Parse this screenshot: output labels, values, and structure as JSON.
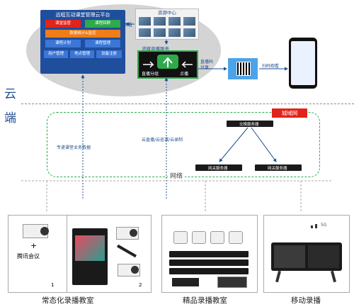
{
  "side_labels": {
    "cloud": "云",
    "edge": "端"
  },
  "platform": {
    "title": "远程互动课堂管理云平台",
    "modules": {
      "course_supervision": "课堂监管",
      "course_review": "课程回顾",
      "data_stats": "数据统计&监控",
      "course_plan": "课程计划",
      "course_manage": "课程管理",
      "user_manage": "用户管理",
      "site_manage": "地点管理",
      "device_register": "设备注册"
    }
  },
  "resource_center": {
    "title": "资源中心"
  },
  "livestream": {
    "title": "流媒直播服务",
    "left_label": "直播分组",
    "right_label": "点播"
  },
  "labels": {
    "playback": "回看",
    "live_share": "直播码\n分享",
    "scan_watch": "扫码观看",
    "business_data": "专递课堂业务数据",
    "cloud_services": "云直播/云巡课/云录制",
    "network": "网络",
    "city_network": "城域网"
  },
  "servers": {
    "exchange": "交换服务器",
    "net1": "网关服务器",
    "net2": "网关服务器"
  },
  "classrooms": {
    "normal": {
      "plus": "+",
      "tencent": "腾讯会议",
      "num1": "1",
      "num2": "2",
      "caption": "常态化录播教室"
    },
    "premium": {
      "caption": "精品录播教室"
    },
    "mobile": {
      "caption": "移动录播",
      "signal": "5G"
    }
  }
}
